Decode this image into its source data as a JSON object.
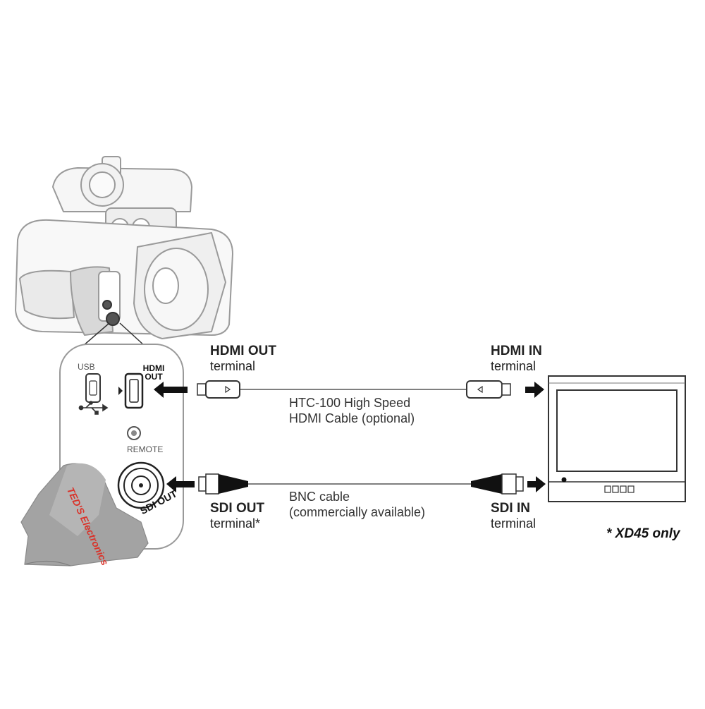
{
  "hdmi_out": {
    "title": "HDMI OUT",
    "sub": "terminal"
  },
  "hdmi_in": {
    "title": "HDMI IN",
    "sub": "terminal"
  },
  "sdi_out": {
    "title": "SDI OUT",
    "sub": "terminal*"
  },
  "sdi_in": {
    "title": "SDI IN",
    "sub": "terminal"
  },
  "hdmi_cable": {
    "line1": "HTC-100 High Speed",
    "line2": "HDMI Cable (optional)"
  },
  "bnc_cable": {
    "line1": "BNC cable",
    "line2": "(commercially available)"
  },
  "footnote": "* XD45 only",
  "panel": {
    "usb": "USB",
    "hdmi_out_line1": "HDMI",
    "hdmi_out_line2": "OUT",
    "remote": "REMOTE",
    "sdi_out": "SDI OUT"
  },
  "cloth_brand": "TED'S Electronics",
  "colors": {
    "line": "#222222",
    "arrow": "#111111",
    "cloth": "#9a9a9a",
    "brand": "#d9342b"
  }
}
